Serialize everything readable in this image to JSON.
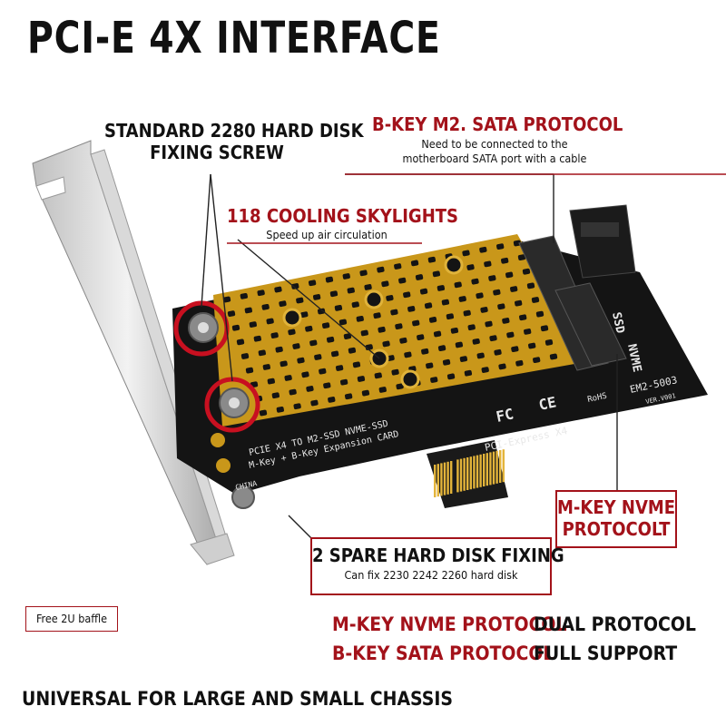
{
  "title": "PCI-E 4X INTERFACE",
  "callouts": {
    "screw": {
      "line1": "STANDARD 2280 HARD DISK",
      "line2": "FIXING SCREW"
    },
    "bkey": {
      "title": "B-KEY M2. SATA PROTOCOL",
      "sub1": "Need to be connected to the",
      "sub2": "motherboard SATA port with a cable"
    },
    "cooling": {
      "title": "118 COOLING SKYLIGHTS",
      "sub": "Speed up air circulation"
    },
    "mkey": {
      "line1": "M-KEY NVME",
      "line2": "PROTOCOLT"
    },
    "spare": {
      "title": "2 SPARE HARD DISK FIXING",
      "sub": "Can fix 2230 2242 2260 hard disk"
    },
    "baffle": "Free 2U baffle"
  },
  "protocols": {
    "mkey": "M-KEY NVME PROTOCOL",
    "bkey": "B-KEY SATA PROTOCOL",
    "dual": "DUAL PROTOCOL",
    "full": "FULL SUPPORT"
  },
  "footer": "UNIVERSAL FOR LARGE AND SMALL CHASSIS",
  "board": {
    "silk1": "PCIE X4 TO  M2-SSD NVME-SSD",
    "silk2": "M-Key + B-Key Expansion CARD",
    "pcie": "PCI-Express X4",
    "model": "EM2-5003",
    "ver": "VER.V001",
    "nvme": "NVME",
    "ssd": "SSD",
    "china": "CHINA",
    "fc": "FC",
    "ce": "CE",
    "rohs": "RoHS"
  },
  "colors": {
    "accent": "#a3121a",
    "pcb": "#141414",
    "gold": "#d4a520"
  }
}
